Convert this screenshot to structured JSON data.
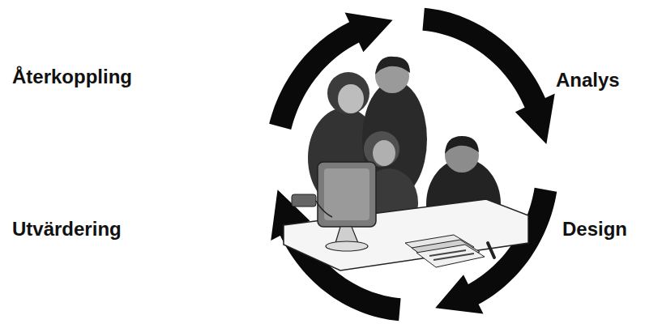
{
  "diagram": {
    "labels": [
      "Återkoppling",
      "Analys",
      "Utvärdering",
      "Design"
    ]
  }
}
